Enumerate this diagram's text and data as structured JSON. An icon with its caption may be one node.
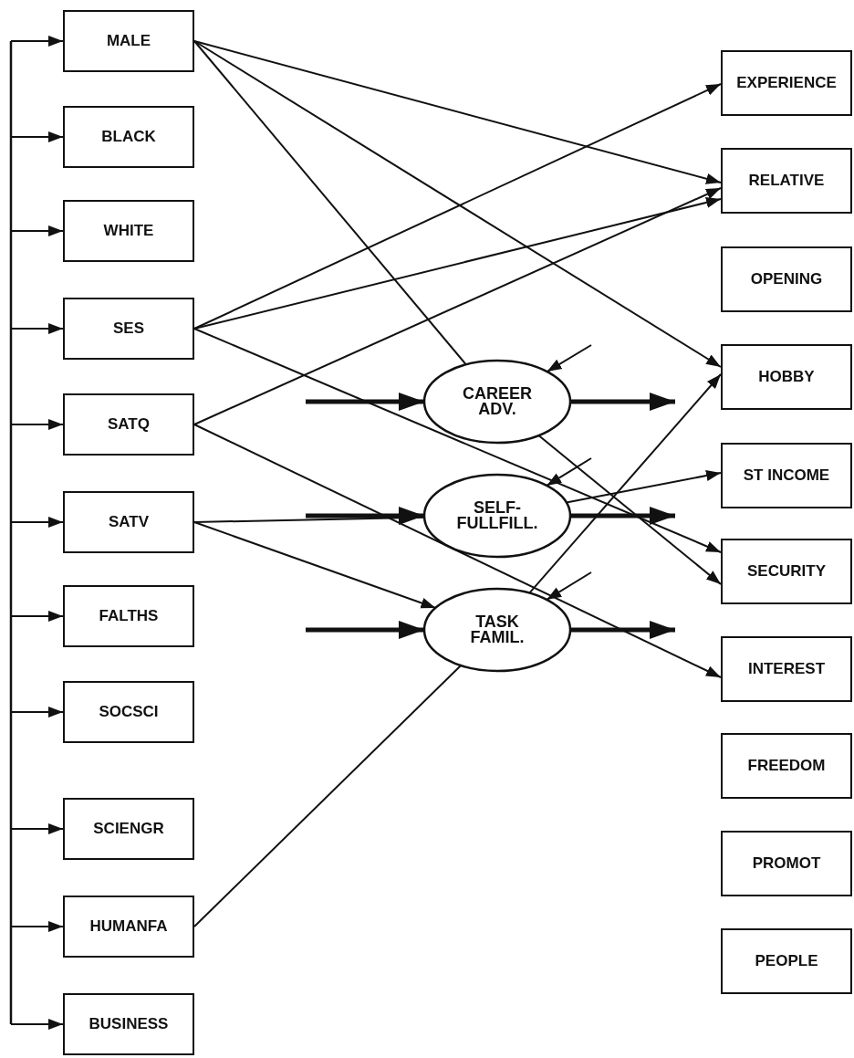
{
  "diagram": {
    "nodes": [
      {
        "text": [
          "MALE"
        ]
      },
      {
        "text": [
          "BLACK"
        ]
      },
      {
        "text": [
          "WHITE"
        ]
      },
      {
        "text": [
          "SES"
        ]
      },
      {
        "text": [
          "SATQ"
        ]
      },
      {
        "text": [
          "SATV"
        ]
      },
      {
        "text": [
          "FALTHS"
        ]
      },
      {
        "text": [
          "SOCSCI"
        ]
      },
      {
        "text": [
          "SCIENGR"
        ]
      },
      {
        "text": [
          "HUMANFA"
        ]
      },
      {
        "text": [
          "BUSINESS"
        ]
      },
      {
        "text": [
          "CAREER ADV."
        ]
      },
      {
        "text": [
          "SELF-FULLFILL."
        ]
      },
      {
        "text": [
          "TASK FAMIL."
        ]
      },
      {
        "text": [
          "EXPERIENCE"
        ]
      },
      {
        "text": [
          "RELATIVE"
        ]
      },
      {
        "text": [
          "OPENING"
        ]
      },
      {
        "text": [
          "HOBBY"
        ]
      },
      {
        "text": [
          "ST INCOME"
        ]
      },
      {
        "text": [
          "SECURITY"
        ]
      },
      {
        "text": [
          "INTEREST"
        ]
      },
      {
        "text": [
          "FREEDOM"
        ]
      },
      {
        "text": [
          "PROMOT"
        ]
      },
      {
        "text": [
          "PEOPLE"
        ]
      }
    ],
    "edges": [
      {
        "from": null,
        "to": 0,
        "arrow": "to"
      },
      {
        "from": null,
        "to": 1,
        "arrow": "to"
      },
      {
        "from": null,
        "to": 2,
        "arrow": "to"
      },
      {
        "from": null,
        "to": 3,
        "arrow": "to"
      },
      {
        "from": null,
        "to": 4,
        "arrow": "to"
      },
      {
        "from": null,
        "to": 5,
        "arrow": "to"
      },
      {
        "from": null,
        "to": 6,
        "arrow": "to"
      },
      {
        "from": null,
        "to": 7,
        "arrow": "to"
      },
      {
        "from": null,
        "to": 8,
        "arrow": "to"
      },
      {
        "from": null,
        "to": 9,
        "arrow": "to"
      },
      {
        "from": null,
        "to": 10,
        "arrow": "to"
      },
      {
        "from": 0,
        "to": 15,
        "arrow": "to"
      },
      {
        "from": 0,
        "to": 17,
        "arrow": "to"
      },
      {
        "from": 0,
        "to": 11,
        "arrow": "none"
      },
      {
        "from": 3,
        "to": 14,
        "arrow": "to"
      },
      {
        "from": 3,
        "to": 15,
        "arrow": "to"
      },
      {
        "from": 3,
        "to": 19,
        "arrow": "to"
      },
      {
        "from": 4,
        "to": 15,
        "arrow": "to"
      },
      {
        "from": 4,
        "to": 20,
        "arrow": "to"
      },
      {
        "from": 5,
        "to": 12,
        "arrow": "none"
      },
      {
        "from": 12,
        "to": 18,
        "arrow": "to"
      },
      {
        "from": 5,
        "to": 13,
        "arrow": "to"
      },
      {
        "from": 9,
        "to": 13,
        "arrow": "none"
      },
      {
        "from": 13,
        "to": 17,
        "arrow": "to"
      },
      {
        "from": 11,
        "to": 19,
        "arrow": "to"
      },
      {
        "from": null,
        "to": 11,
        "arrow": "to",
        "style": "thick"
      },
      {
        "from": null,
        "to": 12,
        "arrow": "to",
        "style": "thick"
      },
      {
        "from": null,
        "to": 13,
        "arrow": "to",
        "style": "thick"
      },
      {
        "from": 11,
        "to": null,
        "arrow": "to",
        "style": "thick"
      },
      {
        "from": 12,
        "to": null,
        "arrow": "to",
        "style": "thick"
      },
      {
        "from": 13,
        "to": null,
        "arrow": "to",
        "style": "thick"
      },
      {
        "from": null,
        "to": 11,
        "arrow": "to"
      },
      {
        "from": null,
        "to": 12,
        "arrow": "to"
      },
      {
        "from": null,
        "to": 13,
        "arrow": "to"
      }
    ]
  }
}
